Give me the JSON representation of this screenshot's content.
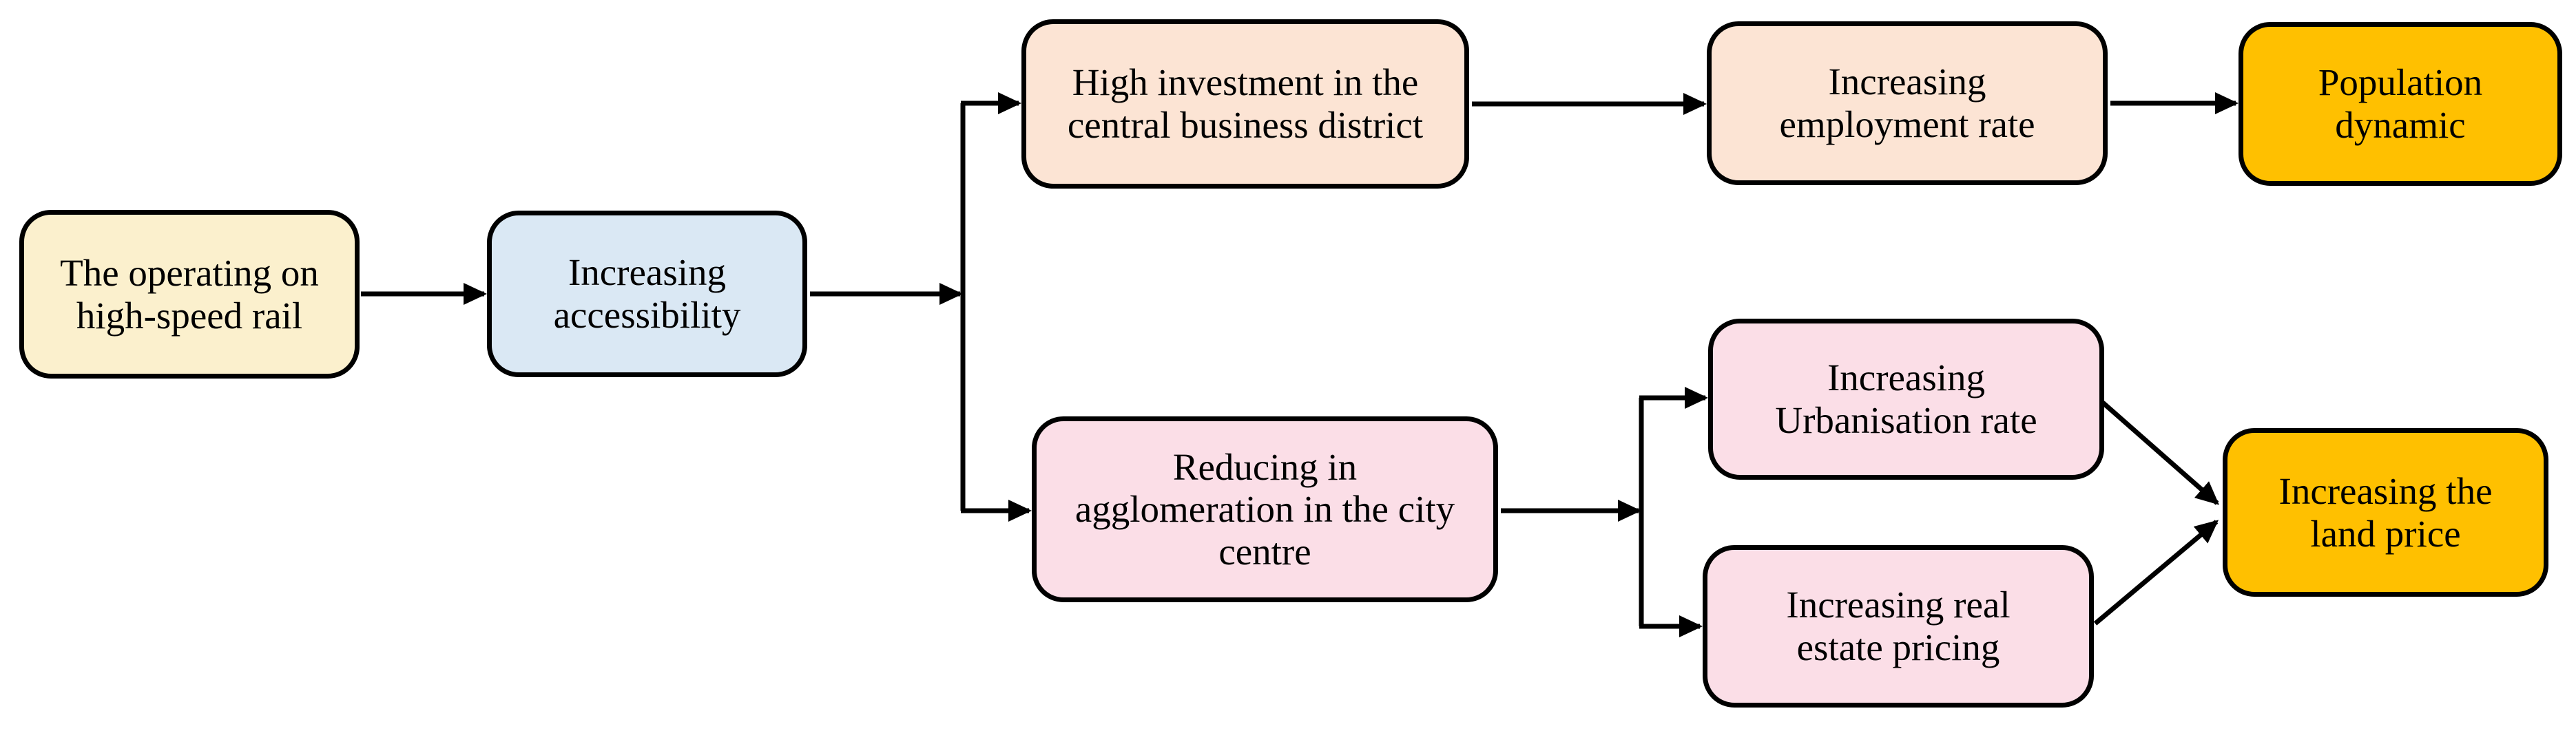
{
  "diagram": {
    "title": "High-speed rail impact flowchart",
    "background_color": "#FFFFFF",
    "line_color": "#000000",
    "text_color": "#000000",
    "nodes": [
      {
        "id": "hsr",
        "label": "The operating on\nhigh-speed rail",
        "fill": "#FBF0CD"
      },
      {
        "id": "access",
        "label": "Increasing\naccessibility",
        "fill": "#DAE8F4"
      },
      {
        "id": "invest",
        "label": "High investment in the\ncentral business district",
        "fill": "#FCE4D4"
      },
      {
        "id": "employ",
        "label": "Increasing\nemployment rate",
        "fill": "#FCE4D4"
      },
      {
        "id": "popdyn",
        "label": "Population\ndynamic",
        "fill": "#FFC000"
      },
      {
        "id": "agglom",
        "label": "Reducing in\nagglomeration in the city\ncentre",
        "fill": "#FBDEE7"
      },
      {
        "id": "urban",
        "label": "Increasing\nUrbanisation rate",
        "fill": "#FBDEE7"
      },
      {
        "id": "estate",
        "label": "Increasing real\nestate pricing",
        "fill": "#FBDEE7"
      },
      {
        "id": "land",
        "label": "Increasing the\nland price",
        "fill": "#FFC000"
      }
    ],
    "edges": [
      {
        "from": "hsr",
        "to": "access"
      },
      {
        "from": "access",
        "to": "invest"
      },
      {
        "from": "access",
        "to": "agglom"
      },
      {
        "from": "invest",
        "to": "employ"
      },
      {
        "from": "employ",
        "to": "popdyn"
      },
      {
        "from": "agglom",
        "to": "urban"
      },
      {
        "from": "agglom",
        "to": "estate"
      },
      {
        "from": "urban",
        "to": "land"
      },
      {
        "from": "estate",
        "to": "land"
      }
    ]
  }
}
